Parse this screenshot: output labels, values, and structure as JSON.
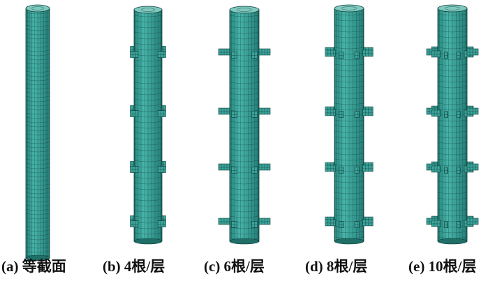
{
  "colors": {
    "mesh": "#3ba39a",
    "mesh_dark": "#1f6f68",
    "line": "#0d3d39",
    "top": "#7fc9bf"
  },
  "panels": [
    {
      "caption": "(a) 等截面",
      "branches_per_layer": 0,
      "layers": 0
    },
    {
      "caption": "(b) 4根/层",
      "branches_per_layer": 4,
      "layers": 4
    },
    {
      "caption": "(c) 6根/层",
      "branches_per_layer": 6,
      "layers": 4
    },
    {
      "caption": "(d) 8根/层",
      "branches_per_layer": 8,
      "layers": 4
    },
    {
      "caption": "(e) 10根/层",
      "branches_per_layer": 10,
      "layers": 4
    }
  ]
}
